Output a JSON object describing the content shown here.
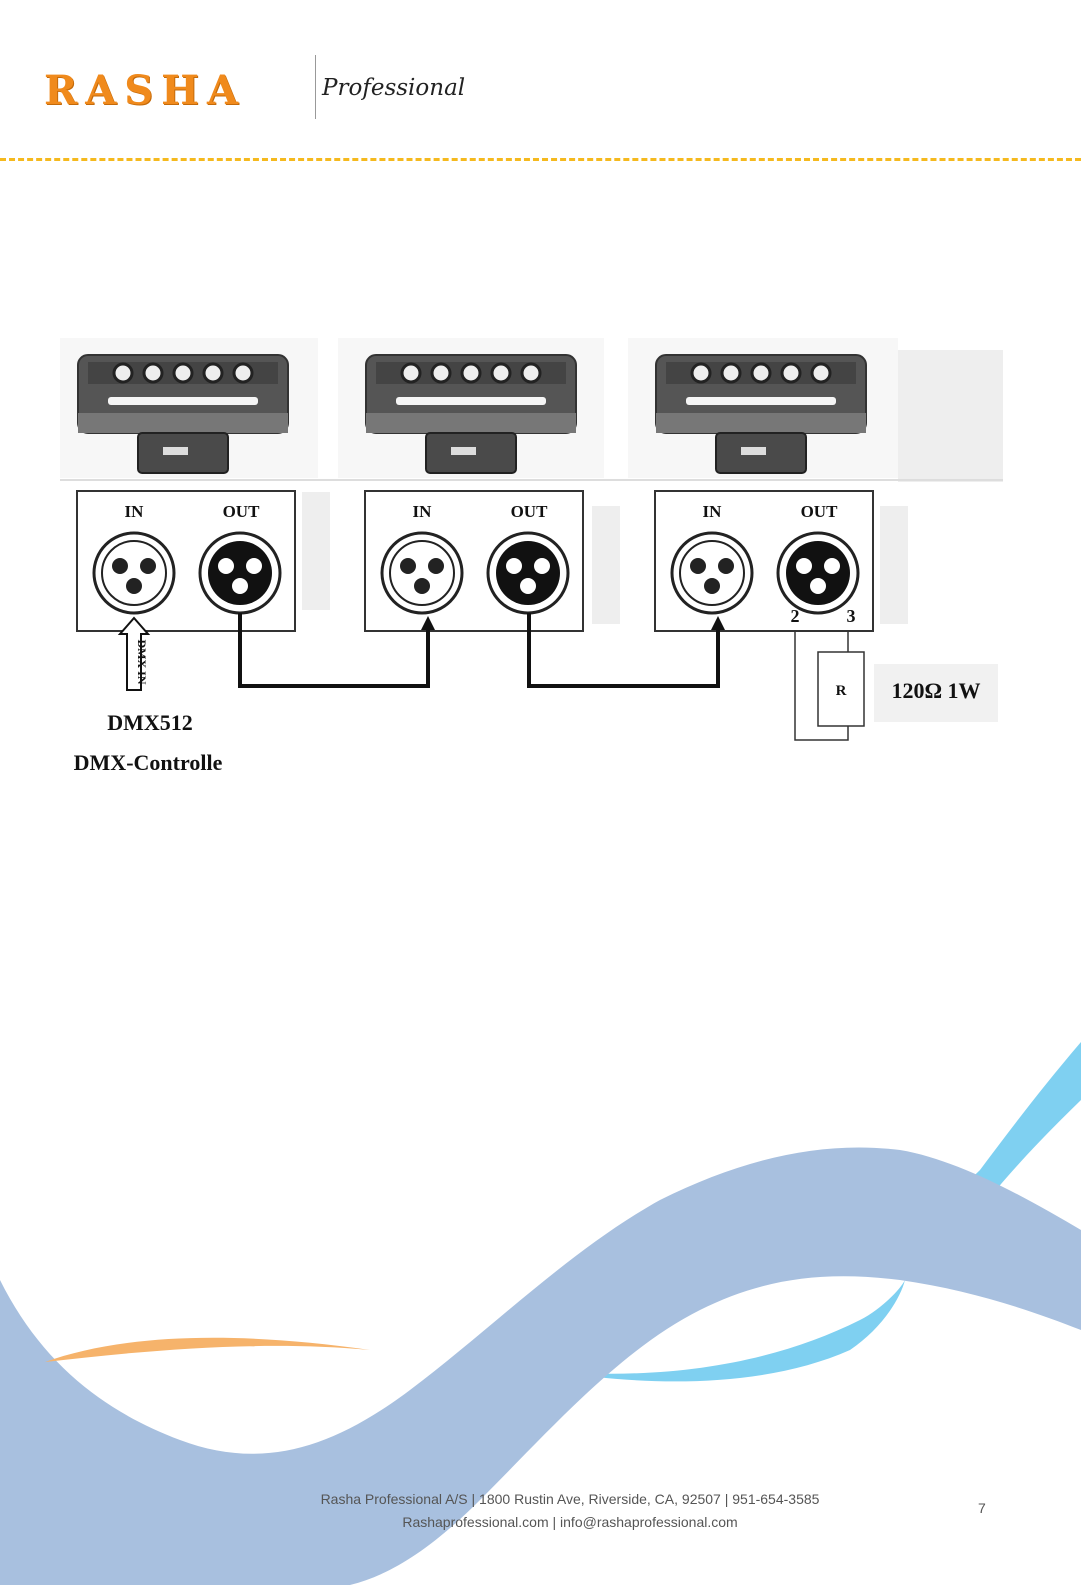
{
  "header": {
    "brand": "RASHA",
    "sub_brand": "Professional"
  },
  "diagram": {
    "in_label": "IN",
    "out_label": "OUT",
    "dmx_in_label": "DMX IN",
    "controller_line1": "DMX512",
    "controller_line2": "DMX-Controlle",
    "pin_2": "2",
    "pin_3": "3",
    "resistor_label": "R",
    "resistor_value": "120Ω 1W"
  },
  "footer": {
    "line1": "Rasha Professional A/S | 1800 Rustin Ave, Riverside, CA, 92507 | 951-654-3585",
    "line2": "Rashaprofessional.com | info@rashaprofessional.com",
    "page_number": "7"
  },
  "colors": {
    "brand_orange": "#f08a1c",
    "divider_yellow": "#f5b91e",
    "wave_blue": "#a8c0df",
    "wave_cyan": "#7fd0f1",
    "wave_orange": "#f6b36b"
  }
}
